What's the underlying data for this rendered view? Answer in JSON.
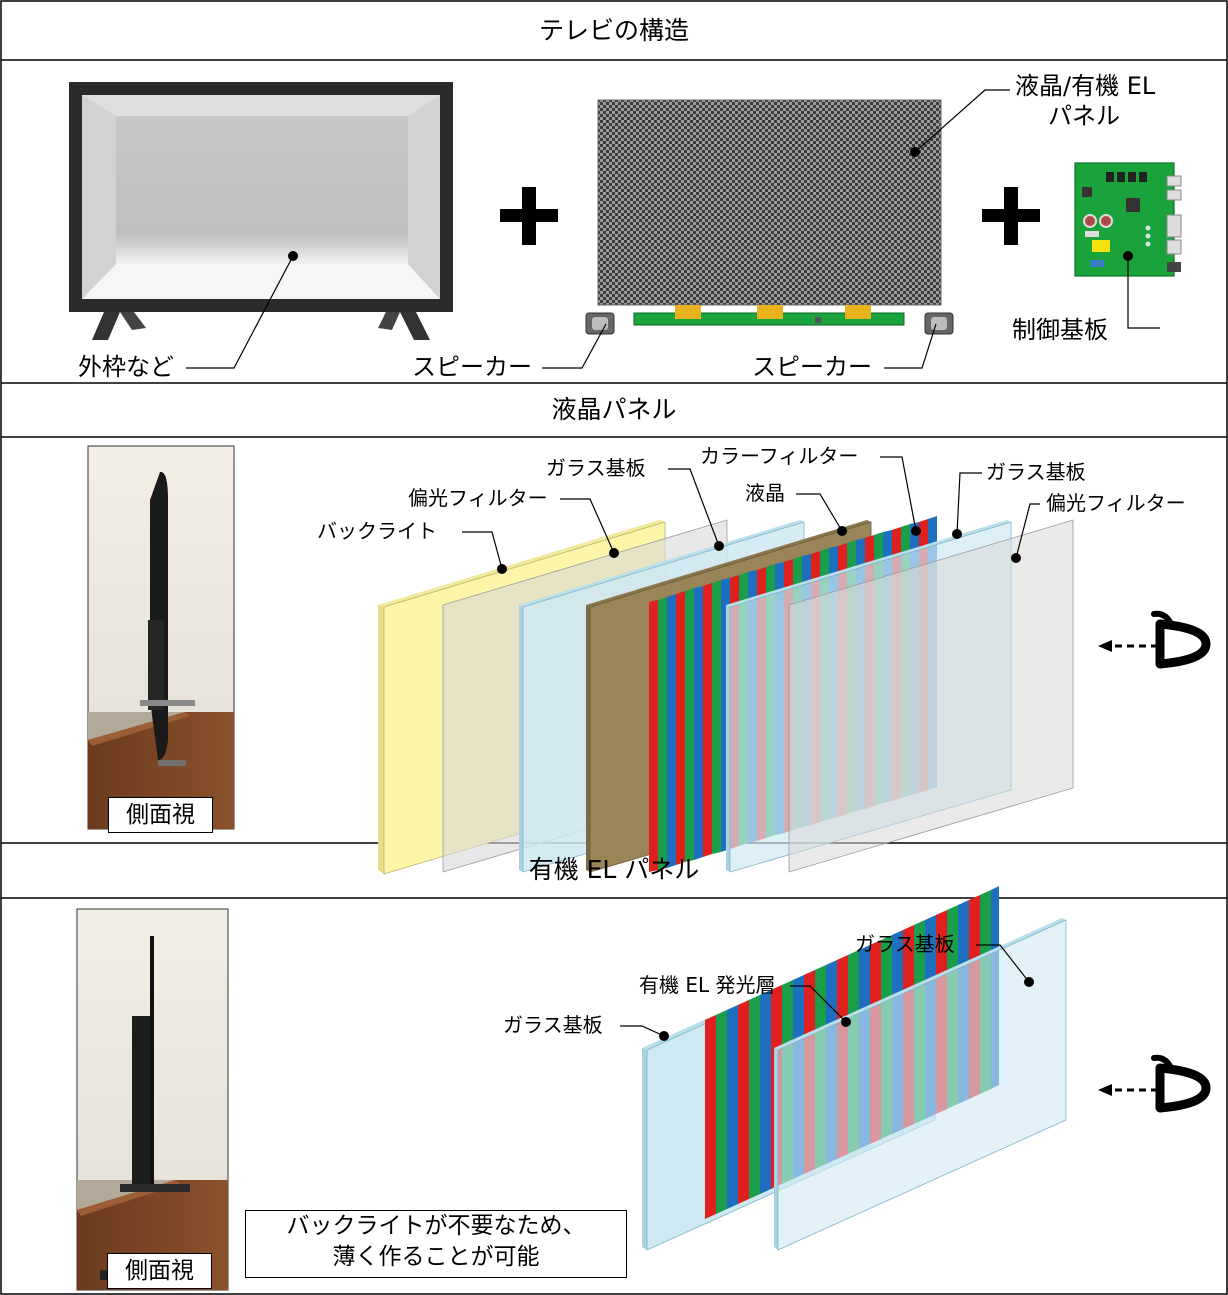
{
  "sections": {
    "structure_title": "テレビの構造",
    "lcd_title": "液晶パネル",
    "oled_title": "有機 EL パネル"
  },
  "structure": {
    "frame_label": "外枠など",
    "panel_label_line1": "液晶/有機 EL",
    "panel_label_line2": "パネル",
    "speaker_left_label": "スピーカー",
    "speaker_right_label": "スピーカー",
    "board_label": "制御基板"
  },
  "lcd": {
    "backlight": "バックライト",
    "polarizer_rear": "偏光フィルター",
    "glass_rear": "ガラス基板",
    "liquid_crystal": "液晶",
    "color_filter": "カラーフィルター",
    "glass_front": "ガラス基板",
    "polarizer_front": "偏光フィルター",
    "side_view": "側面視"
  },
  "oled": {
    "glass_rear": "ガラス基板",
    "emissive_layer": "有機 EL 発光層",
    "glass_front": "ガラス基板",
    "side_view": "側面視",
    "note_line1": "バックライトが不要なため、",
    "note_line2": "薄く作ることが可能"
  },
  "colors": {
    "backlight": "#fdf6a8",
    "glass": "#cfe9f3",
    "polarizer": "#e6e6e6",
    "liquid_crystal": "#9a8558",
    "red": "#e0201e",
    "green": "#1a9e4a",
    "blue": "#1f6fc0",
    "board": "#1aa33a",
    "tv_frame": "#2b2b2b"
  }
}
